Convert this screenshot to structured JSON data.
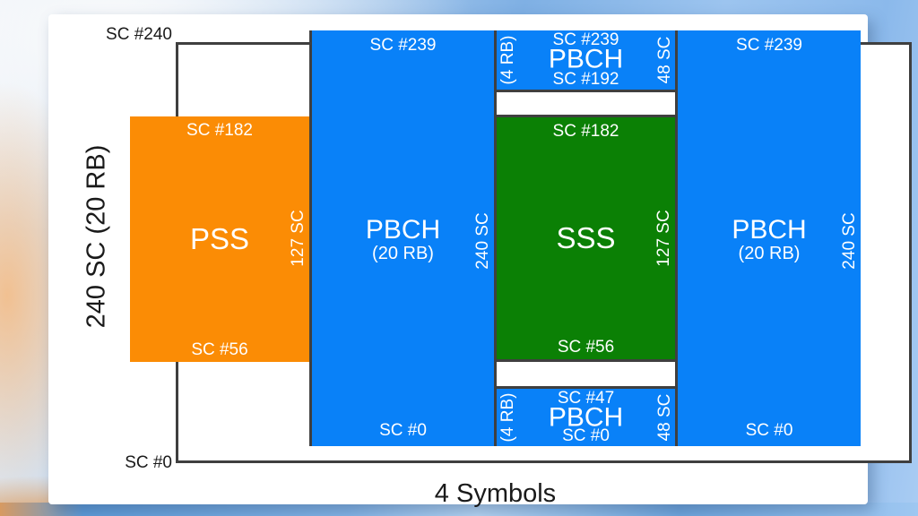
{
  "figure": {
    "y_axis": {
      "top_tick": "SC #240",
      "bottom_tick": "SC #0",
      "label": "240 SC (20 RB)"
    },
    "x_axis": {
      "label": "4 Symbols"
    },
    "colors": {
      "pss": "#fb8c05",
      "pbch": "#0981f8",
      "sss": "#0b8005",
      "frame": "#3f3f3f",
      "panel": "#ffffff"
    },
    "symbols": [
      {
        "index": 0,
        "blocks": [
          {
            "channel": "PSS",
            "top": "SC #182",
            "bottom": "SC #56",
            "side": "127 SC"
          }
        ]
      },
      {
        "index": 1,
        "blocks": [
          {
            "channel": "PBCH",
            "sub": "(20 RB)",
            "top": "SC #239",
            "bottom": "SC #0",
            "side": "240 SC"
          }
        ]
      },
      {
        "index": 2,
        "blocks": [
          {
            "channel": "PBCH",
            "top": "SC #239",
            "bottom": "SC #192",
            "left": "(4 RB)",
            "right": "48 SC"
          },
          {
            "channel": "SSS",
            "top": "SC #182",
            "bottom": "SC #56",
            "side": "127 SC"
          },
          {
            "channel": "PBCH",
            "top": "SC #47",
            "bottom": "SC #0",
            "left": "(4 RB)",
            "right": "48 SC"
          }
        ]
      },
      {
        "index": 3,
        "blocks": [
          {
            "channel": "PBCH",
            "sub": "(20 RB)",
            "top": "SC #239",
            "bottom": "SC #0",
            "side": "240 SC"
          }
        ]
      }
    ]
  }
}
